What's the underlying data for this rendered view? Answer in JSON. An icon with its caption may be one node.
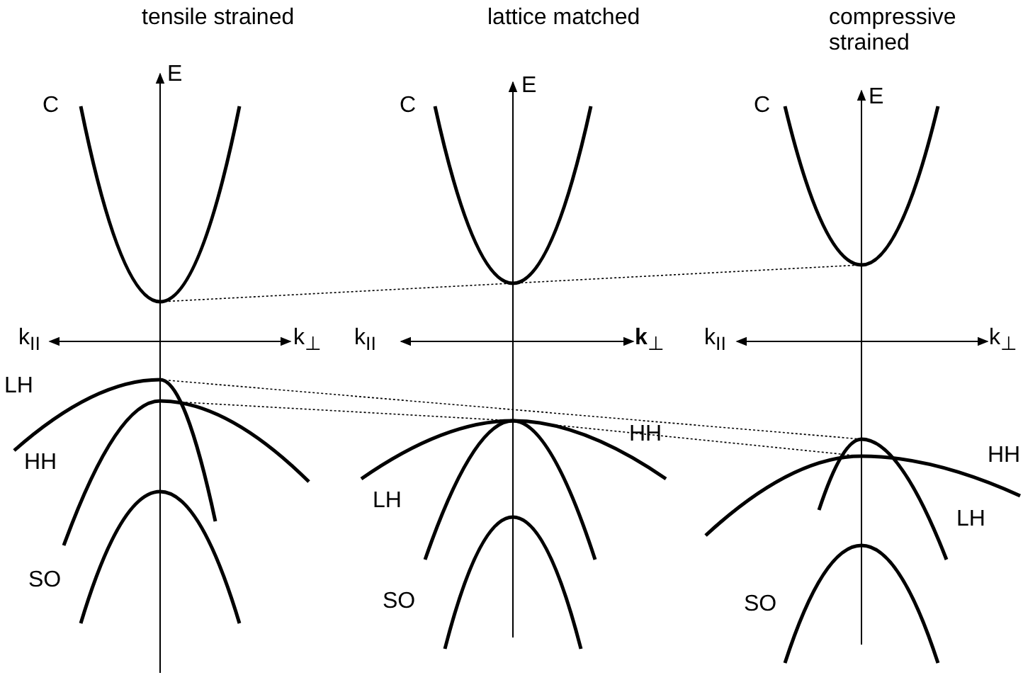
{
  "diagram": {
    "labels": [
      "tensile strained",
      "lattice matched",
      "compressive strained",
      "C",
      "E",
      "C",
      "E",
      "C",
      "E",
      "k$_{II}$",
      "k$_{⊥}$",
      "k$_{II}$",
      "**k**$_{⊥}$",
      "k$_{II}$",
      "k$_{⊥}$",
      "LH",
      "HH",
      "HH",
      "HH",
      "LH",
      "LH",
      "SO",
      "SO",
      "SO"
    ]
  }
}
